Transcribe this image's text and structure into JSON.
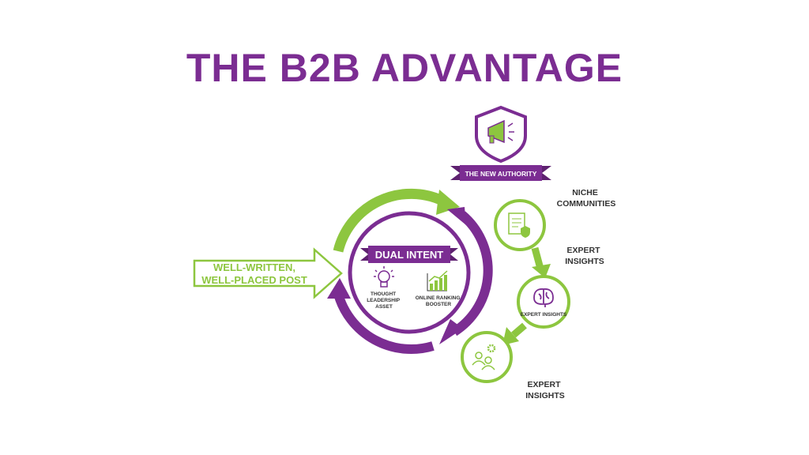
{
  "title": "THE B2B ADVANTAGE",
  "colors": {
    "purple": "#7b2d92",
    "green": "#8dc63f",
    "dark": "#333333"
  },
  "input_arrow": {
    "line1": "WELL-WRITTEN,",
    "line2": "WELL-PLACED POST"
  },
  "center": {
    "banner": "DUAL INTENT",
    "left_label": [
      "THOUGHT",
      "LEADERSHIP",
      "ASSET"
    ],
    "right_label": [
      "ONLINE RANKING",
      "BOOSTER"
    ]
  },
  "authority": {
    "banner": "THE NEW AUTHORITY",
    "icon": "megaphone-icon"
  },
  "steps": [
    {
      "label_lines": [
        "NICHE",
        "COMMUNITIES"
      ],
      "icon": "document-shield-icon"
    },
    {
      "label_lines": [
        "EXPERT",
        "INSIGHTS"
      ],
      "inner_label": "EXPERT INSIGHTS",
      "icon": "brain-icon"
    },
    {
      "label_lines": [
        "EXPERT",
        "INSIGHTS"
      ],
      "icon": "people-gear-icon"
    }
  ]
}
